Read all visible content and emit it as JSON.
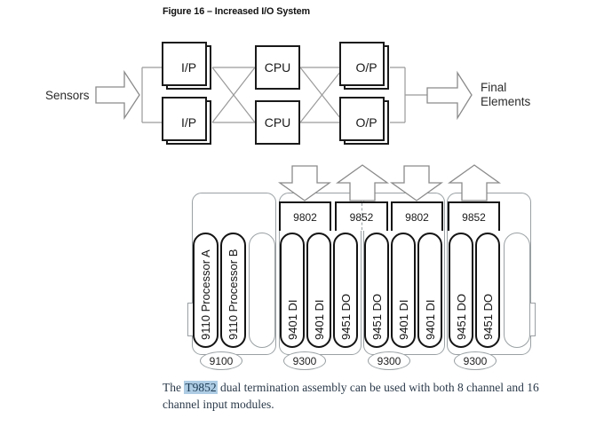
{
  "figure": {
    "title": "Figure 16 – Increased I/O System"
  },
  "block_diagram": {
    "sensors_label": "Sensors",
    "final_line1": "Final",
    "final_line2": "Elements",
    "ip_label": "I/P",
    "cpu_label": "CPU",
    "op_label": "O/P"
  },
  "rack_diagram": {
    "termination_assemblies": [
      {
        "label": "9802"
      },
      {
        "label": "9852"
      },
      {
        "label": "9802"
      },
      {
        "label": "9852"
      }
    ],
    "racks": [
      {
        "id": "9100",
        "modules": [
          {
            "label": "9110 Processor A"
          },
          {
            "label": "9110 Processor B"
          },
          {
            "label": ""
          }
        ]
      },
      {
        "id": "9300",
        "modules": [
          {
            "label": "9401 DI"
          },
          {
            "label": "9401 DI"
          },
          {
            "label": "9451 DO"
          }
        ]
      },
      {
        "id": "9300",
        "modules": [
          {
            "label": "9451 DO"
          },
          {
            "label": "9401 DI"
          },
          {
            "label": "9401 DI"
          }
        ]
      },
      {
        "id": "9300",
        "modules": [
          {
            "label": "9451 DO"
          },
          {
            "label": "9451 DO"
          },
          {
            "label": ""
          }
        ]
      }
    ]
  },
  "caption": {
    "line1_pre": "The ",
    "highlight": "T9852",
    "line1_post": " dual termination assembly can be used with both 8 channel and 16",
    "line2": "channel input modules."
  },
  "colors": {
    "highlight_bg": "#aecde4",
    "diagram_black": "#1a1a1a",
    "line_gray": "#9a9a9a",
    "rack_gray": "#9aa0a3"
  }
}
